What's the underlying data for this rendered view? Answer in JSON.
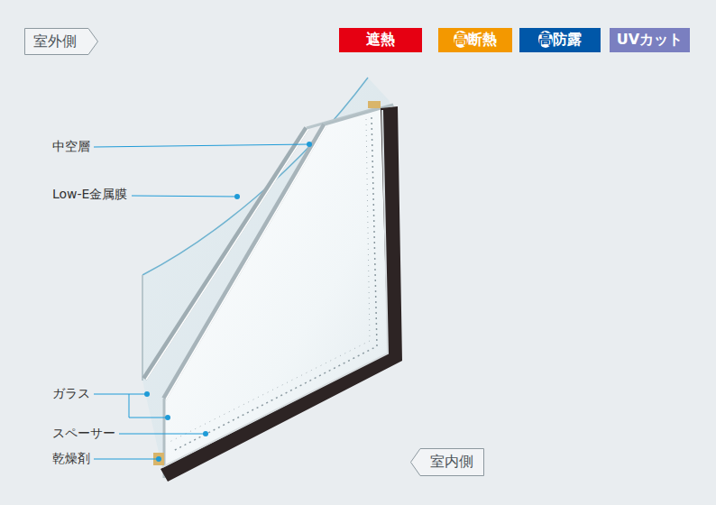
{
  "diagram": {
    "nodes": [
      {
        "text": [
          "室外側"
        ]
      },
      {
        "text": [
          "遮熱"
        ]
      },
      {
        "text": [
          "高断熱"
        ]
      },
      {
        "text": [
          "高防露"
        ]
      },
      {
        "text": [
          "UVカット"
        ]
      },
      {
        "text": [
          "室内側"
        ]
      }
    ],
    "labels": [
      "中空層",
      "Low-E金属膜",
      "ガラス",
      "スペーサー",
      "乾燥剤"
    ]
  }
}
